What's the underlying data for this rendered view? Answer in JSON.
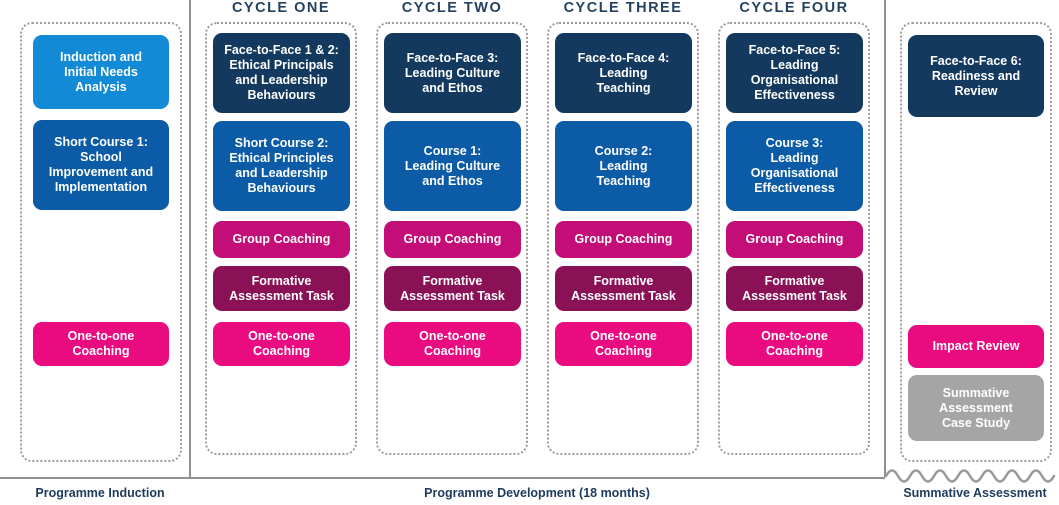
{
  "colors": {
    "lightblue": "#128AD5",
    "blue": "#0B5BA6",
    "navy": "#14395F",
    "magenta": "#C30D77",
    "pink": "#EA0B80",
    "maroon": "#8B1156",
    "gray": "#A5A5A5",
    "line_gray": "#8F8F8F",
    "heading_navy": "#24425F"
  },
  "induction": {
    "boxes": [
      {
        "label": "Induction and\nInitial Needs\nAnalysis",
        "color": "lightblue"
      },
      {
        "label": "Short Course 1:\nSchool\nImprovement and\nImplementation",
        "color": "blue"
      },
      {
        "label": "One-to-one\nCoaching",
        "color": "pink"
      }
    ],
    "footer": "Programme Induction"
  },
  "cycles": [
    {
      "header": "CYCLE ONE",
      "boxes": [
        {
          "label": "Face-to-Face 1 & 2:\nEthical Principals\nand Leadership\nBehaviours",
          "color": "navy"
        },
        {
          "label": "Short Course 2:\nEthical Principles\nand Leadership\nBehaviours",
          "color": "blue"
        },
        {
          "label": "Group Coaching",
          "color": "magenta"
        },
        {
          "label": "Formative\nAssessment Task",
          "color": "maroon"
        },
        {
          "label": "One-to-one\nCoaching",
          "color": "pink"
        }
      ]
    },
    {
      "header": "CYCLE TWO",
      "boxes": [
        {
          "label": "Face-to-Face 3:\nLeading Culture\nand Ethos",
          "color": "navy"
        },
        {
          "label": "Course 1:\nLeading Culture\nand Ethos",
          "color": "blue"
        },
        {
          "label": "Group Coaching",
          "color": "magenta"
        },
        {
          "label": "Formative\nAssessment Task",
          "color": "maroon"
        },
        {
          "label": "One-to-one\nCoaching",
          "color": "pink"
        }
      ]
    },
    {
      "header": "CYCLE THREE",
      "boxes": [
        {
          "label": "Face-to-Face 4:\nLeading\nTeaching",
          "color": "navy"
        },
        {
          "label": "Course 2:\nLeading\nTeaching",
          "color": "blue"
        },
        {
          "label": "Group Coaching",
          "color": "magenta"
        },
        {
          "label": "Formative\nAssessment Task",
          "color": "maroon"
        },
        {
          "label": "One-to-one\nCoaching",
          "color": "pink"
        }
      ]
    },
    {
      "header": "CYCLE FOUR",
      "boxes": [
        {
          "label": "Face-to-Face 5:\nLeading\nOrganisational\nEffectiveness",
          "color": "navy"
        },
        {
          "label": "Course 3:\nLeading\nOrganisational\nEffectiveness",
          "color": "blue"
        },
        {
          "label": "Group Coaching",
          "color": "magenta"
        },
        {
          "label": "Formative\nAssessment Task",
          "color": "maroon"
        },
        {
          "label": "One-to-one\nCoaching",
          "color": "pink"
        }
      ]
    }
  ],
  "development": {
    "footer": "Programme Development (18 months)"
  },
  "summative": {
    "boxes": [
      {
        "label": "Face-to-Face 6:\nReadiness and\nReview",
        "color": "navy"
      },
      {
        "label": "Impact Review",
        "color": "pink"
      },
      {
        "label": "Summative\nAssessment\nCase Study",
        "color": "gray"
      }
    ],
    "footer": "Summative Assessment"
  }
}
